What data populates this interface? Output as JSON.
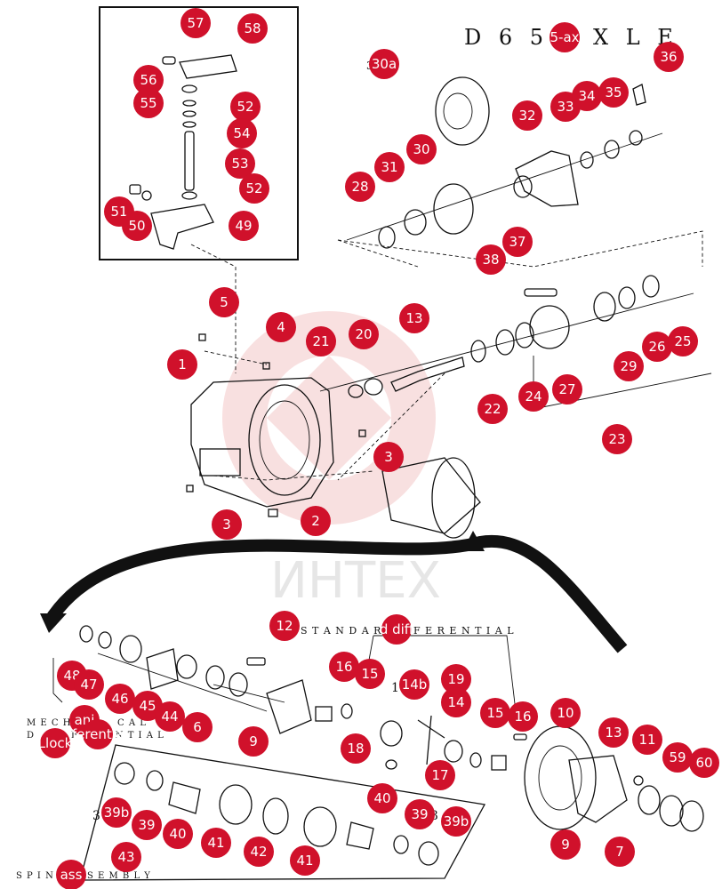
{
  "title": "D 6 5",
  "title_tail": "X L E",
  "labels": {
    "standard_left": "S T A N D A R D",
    "standard_right": "F E R E N T I A L",
    "mech_1": "M E C H",
    "mech_2": "C A L",
    "mech_3": "D",
    "mech_4": "F E R E N T I A L",
    "spin_left": "S P I N",
    "spin_right": "S E M B L Y",
    "sub_3a": "3",
    "sub_3b": "3",
    "sub_1": "1",
    "sub_3_left": "3"
  },
  "watermark": "ИНТЕХ",
  "colors": {
    "callout": "#d0112b",
    "watermark": "#f4c7c7"
  },
  "callouts": [
    {
      "id": "c57",
      "label": "57"
    },
    {
      "id": "c58",
      "label": "58"
    },
    {
      "id": "c56",
      "label": "56"
    },
    {
      "id": "c55",
      "label": "55"
    },
    {
      "id": "c52a",
      "label": "52"
    },
    {
      "id": "c54",
      "label": "54"
    },
    {
      "id": "c53",
      "label": "53"
    },
    {
      "id": "c52b",
      "label": "52"
    },
    {
      "id": "c51",
      "label": "51"
    },
    {
      "id": "c50",
      "label": "50"
    },
    {
      "id": "c49",
      "label": "49"
    },
    {
      "id": "c5ax",
      "label": "5-ax"
    },
    {
      "id": "c36",
      "label": "36"
    },
    {
      "id": "c30a",
      "label": "30a"
    },
    {
      "id": "c32",
      "label": "32"
    },
    {
      "id": "c33",
      "label": "33"
    },
    {
      "id": "c34",
      "label": "34"
    },
    {
      "id": "c35",
      "label": "35"
    },
    {
      "id": "c30",
      "label": "30"
    },
    {
      "id": "c31",
      "label": "31"
    },
    {
      "id": "c28",
      "label": "28"
    },
    {
      "id": "c37",
      "label": "37"
    },
    {
      "id": "c38",
      "label": "38"
    },
    {
      "id": "c5",
      "label": "5"
    },
    {
      "id": "c4",
      "label": "4"
    },
    {
      "id": "c21",
      "label": "21"
    },
    {
      "id": "c20",
      "label": "20"
    },
    {
      "id": "c13a",
      "label": "13"
    },
    {
      "id": "c1",
      "label": "1"
    },
    {
      "id": "c29",
      "label": "29"
    },
    {
      "id": "c26",
      "label": "26"
    },
    {
      "id": "c25",
      "label": "25"
    },
    {
      "id": "c27",
      "label": "27"
    },
    {
      "id": "c24",
      "label": "24"
    },
    {
      "id": "c22",
      "label": "22"
    },
    {
      "id": "c23",
      "label": "23"
    },
    {
      "id": "c3a",
      "label": "3"
    },
    {
      "id": "c3b",
      "label": "3"
    },
    {
      "id": "c2",
      "label": "2"
    },
    {
      "id": "c12",
      "label": "12"
    },
    {
      "id": "c14b",
      "label": "14b"
    },
    {
      "id": "cdiff",
      "label": "d diff"
    },
    {
      "id": "c48",
      "label": "48"
    },
    {
      "id": "c47",
      "label": "47"
    },
    {
      "id": "c46",
      "label": "46"
    },
    {
      "id": "c45",
      "label": "45"
    },
    {
      "id": "c44",
      "label": "44"
    },
    {
      "id": "c6",
      "label": "6"
    },
    {
      "id": "c16a",
      "label": "16"
    },
    {
      "id": "c15a",
      "label": "15"
    },
    {
      "id": "c19",
      "label": "19"
    },
    {
      "id": "c14",
      "label": "14"
    },
    {
      "id": "c15b",
      "label": "15"
    },
    {
      "id": "c16b",
      "label": "16"
    },
    {
      "id": "c10",
      "label": "10"
    },
    {
      "id": "c13b",
      "label": "13"
    },
    {
      "id": "c11",
      "label": "11"
    },
    {
      "id": "c59",
      "label": "59"
    },
    {
      "id": "c60",
      "label": "60"
    },
    {
      "id": "c9a",
      "label": "9"
    },
    {
      "id": "c18",
      "label": "18"
    },
    {
      "id": "c17",
      "label": "17"
    },
    {
      "id": "cani",
      "label": "ani"
    },
    {
      "id": "cdiff2",
      "label": "iferential"
    },
    {
      "id": "clock",
      "label": "Llock"
    },
    {
      "id": "c39b1",
      "label": "39b"
    },
    {
      "id": "c39a",
      "label": "39"
    },
    {
      "id": "c40a",
      "label": "40"
    },
    {
      "id": "c41a",
      "label": "41"
    },
    {
      "id": "c42",
      "label": "42"
    },
    {
      "id": "c41b",
      "label": "41"
    },
    {
      "id": "c40b",
      "label": "40"
    },
    {
      "id": "c39c",
      "label": "39"
    },
    {
      "id": "c39b2",
      "label": "39b"
    },
    {
      "id": "c43",
      "label": "43"
    },
    {
      "id": "cass",
      "label": "ass"
    },
    {
      "id": "c9b",
      "label": "9"
    },
    {
      "id": "c7",
      "label": "7"
    }
  ]
}
